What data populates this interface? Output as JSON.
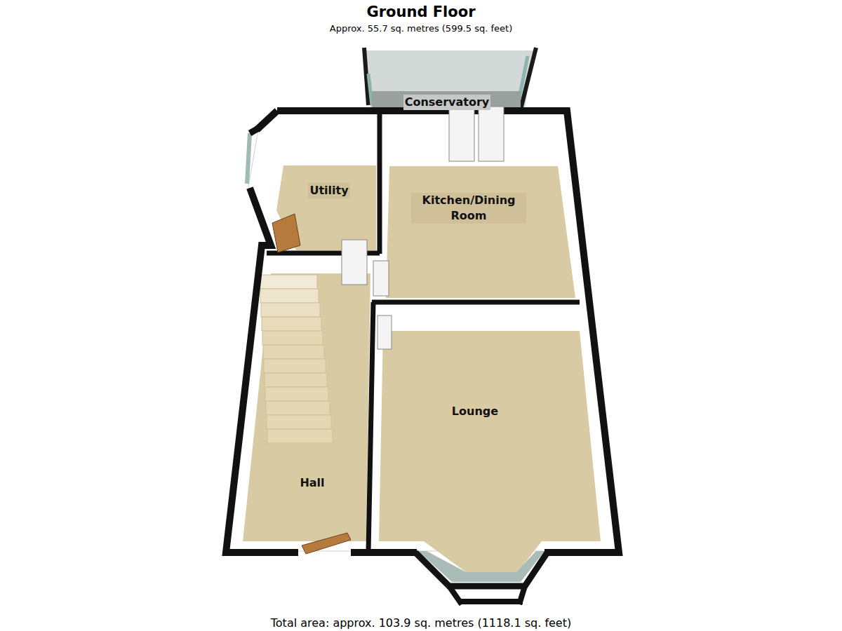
{
  "diagram": {
    "title": "Ground Floor",
    "caption": "Total area: approx. 103.9 sq. metres (1118.1 sq. feet)",
    "nodes": [
      {
        "text": [
          "Conservatory"
        ]
      },
      {
        "text": [
          "Utility"
        ]
      },
      {
        "text": [
          "Kitchen/Dining Room"
        ]
      },
      {
        "text": [
          "Lounge"
        ]
      },
      {
        "text": [
          "Hall"
        ]
      }
    ],
    "labels": [
      "Approx. 55.7 sq. metres (599.5 sq. feet)"
    ]
  }
}
